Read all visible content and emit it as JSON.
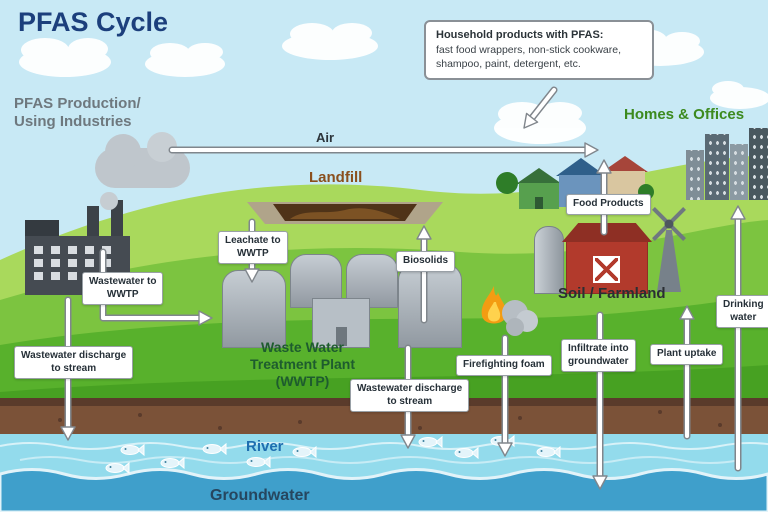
{
  "title": "PFAS Cycle",
  "colors": {
    "title": "#1c3f7c",
    "industries_label": "#6e787e",
    "homes_label": "#3c8a1e",
    "landfill_label": "#8a4f1d",
    "wwtp_label": "#1e5c2e",
    "river_label": "#1f6fb0",
    "groundwater_label": "#26465f",
    "sky": "#c8e9f5",
    "grass": "#58b12c",
    "soil": "#7b5238",
    "river_water": "#93dbec",
    "groundwater_water": "#3f9fcb"
  },
  "nodes": {
    "industries": "PFAS Production/\nUsing Industries",
    "homes_offices": "Homes & Offices",
    "air": "Air",
    "landfill": "Landfill",
    "wwtp": "Waste Water\nTreatment Plant\n(WWTP)",
    "soil_farmland": "Soil / Farmland",
    "river": "River",
    "groundwater": "Groundwater"
  },
  "household_box": {
    "title": "Household products with PFAS:",
    "body": "fast food wrappers, non-stick cookware,\nshampoo, paint, detergent, etc."
  },
  "flow_labels": {
    "wastewater_to_wwtp": "Wastewater to\nWWTP",
    "leachate_to_wwtp": "Leachate to\nWWTP",
    "biosolids": "Biosolids",
    "wastewater_discharge_left": "Wastewater discharge\nto stream",
    "wastewater_discharge_center": "Wastewater discharge\nto stream",
    "firefighting_foam": "Firefighting foam",
    "food_products": "Food Products",
    "infiltrate_groundwater": "Infiltrate into\ngroundwater",
    "plant_uptake": "Plant uptake",
    "drinking_water": "Drinking\nwater"
  }
}
